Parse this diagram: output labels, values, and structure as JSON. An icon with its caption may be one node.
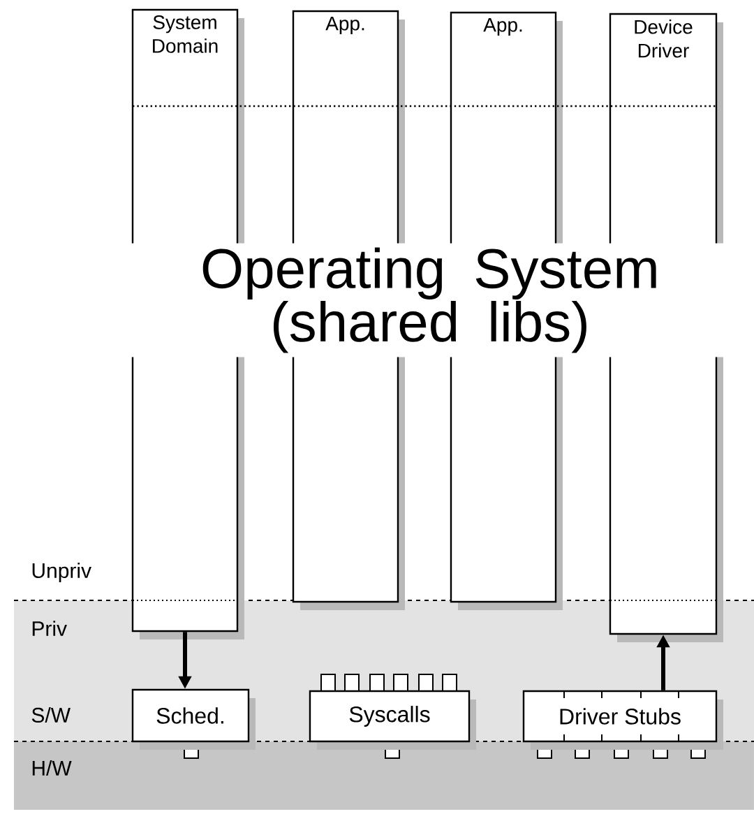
{
  "diagram": {
    "nodes": [
      {
        "text": [
          "System Domain"
        ]
      },
      {
        "text": [
          "App."
        ]
      },
      {
        "text": [
          "App."
        ]
      },
      {
        "text": [
          "Device Driver"
        ]
      },
      {
        "text": [
          "Sched."
        ]
      },
      {
        "text": [
          "Syscalls"
        ]
      },
      {
        "text": [
          "Driver Stubs"
        ]
      }
    ],
    "edges": [
      {
        "from": 0,
        "to": 4,
        "arrow": "to"
      },
      {
        "from": 6,
        "to": 3,
        "arrow": "to"
      }
    ],
    "labels": [
      "Operating System (shared libs)",
      "Unpriv",
      "Priv",
      "S/W",
      "H/W"
    ]
  }
}
